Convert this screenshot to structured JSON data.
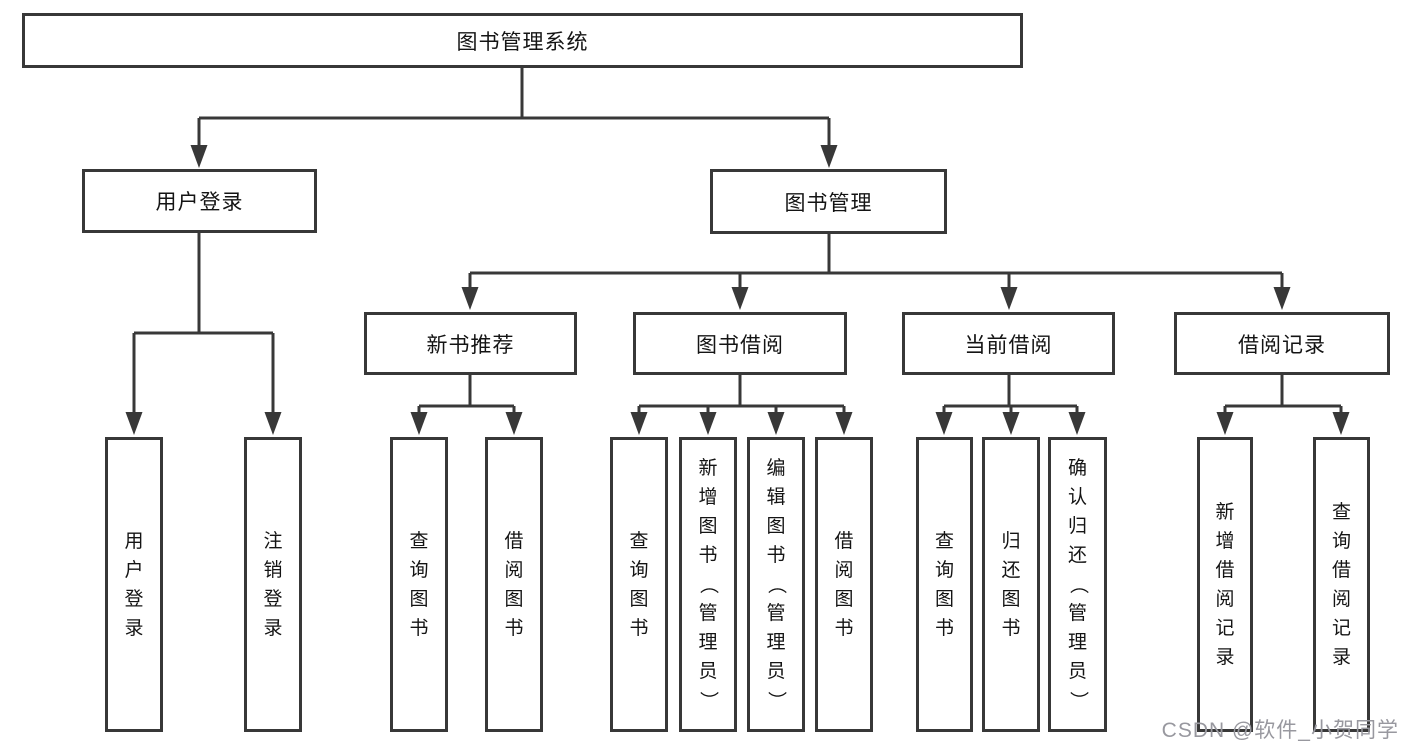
{
  "diagram": {
    "title": "图书管理系统",
    "type": "hierarchy",
    "colors": {
      "line": "#383838",
      "box_border": "#383838",
      "box_fill": "#ffffff",
      "text": "#141414",
      "background": "#ffffff",
      "watermark": "#98989f"
    },
    "watermark": {
      "text": "CSDN @软件_小贺同学"
    },
    "tree": {
      "label": "图书管理系统",
      "children": [
        {
          "label": "用户登录",
          "children": [
            {
              "label": "用户登录"
            },
            {
              "label": "注销登录"
            }
          ]
        },
        {
          "label": "图书管理",
          "children": [
            {
              "label": "新书推荐",
              "children": [
                {
                  "label": "查询图书"
                },
                {
                  "label": "借阅图书"
                }
              ]
            },
            {
              "label": "图书借阅",
              "children": [
                {
                  "label": "查询图书"
                },
                {
                  "label": "新增图书（管理员）"
                },
                {
                  "label": "编辑图书（管理员）"
                },
                {
                  "label": "借阅图书"
                }
              ]
            },
            {
              "label": "当前借阅",
              "children": [
                {
                  "label": "查询图书"
                },
                {
                  "label": "归还图书"
                },
                {
                  "label": "确认归还（管理员）"
                }
              ]
            },
            {
              "label": "借阅记录",
              "children": [
                {
                  "label": "新增借阅记录"
                },
                {
                  "label": "查询借阅记录"
                }
              ]
            }
          ]
        }
      ]
    }
  }
}
